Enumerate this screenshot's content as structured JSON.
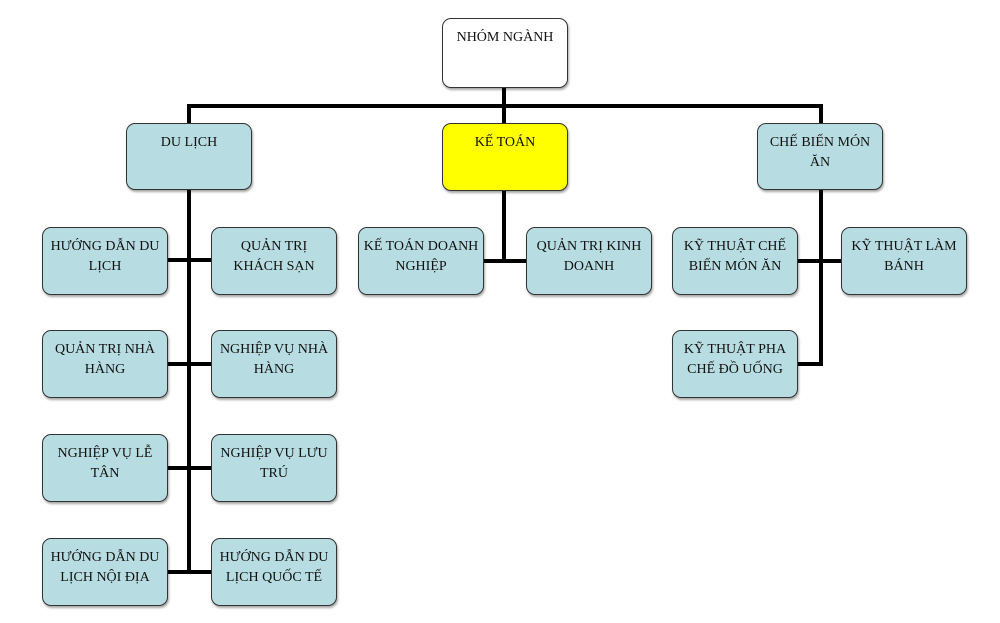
{
  "root": {
    "label": "NHÓM NGÀNH"
  },
  "groups": {
    "du_lich": {
      "label": "DU LỊCH"
    },
    "ke_toan": {
      "label": "KẾ TOÁN"
    },
    "che_bien": {
      "label": "CHẾ BIẾN MÓN ĂN"
    }
  },
  "du_lich_items": [
    {
      "label": "HƯỚNG DẪN DU LỊCH"
    },
    {
      "label": "QUẢN TRỊ KHÁCH SẠN"
    },
    {
      "label": "QUẢN TRỊ NHÀ HÀNG"
    },
    {
      "label": "NGHIỆP VỤ NHÀ HÀNG"
    },
    {
      "label": "NGHIỆP VỤ LỄ TÂN"
    },
    {
      "label": "NGHIỆP VỤ LƯU TRÚ"
    },
    {
      "label": "HƯỚNG DẪN DU LỊCH NỘI ĐỊA"
    },
    {
      "label": "HƯỚNG DẪN DU LỊCH QUỐC TẾ"
    }
  ],
  "ke_toan_items": [
    {
      "label": "KẾ TOÁN DOANH NGHIỆP"
    },
    {
      "label": "QUẢN TRỊ KINH DOANH"
    }
  ],
  "che_bien_items": [
    {
      "label": "KỸ THUẬT CHẾ BIẾN MÓN ĂN"
    },
    {
      "label": "KỸ THUẬT LÀM BÁNH"
    },
    {
      "label": "KỸ THUẬT PHA CHẾ ĐỒ UỐNG"
    }
  ],
  "colors": {
    "node_fill": "#b7dde2",
    "highlight_fill": "#ffff00",
    "root_fill": "#ffffff",
    "line": "#000000"
  }
}
